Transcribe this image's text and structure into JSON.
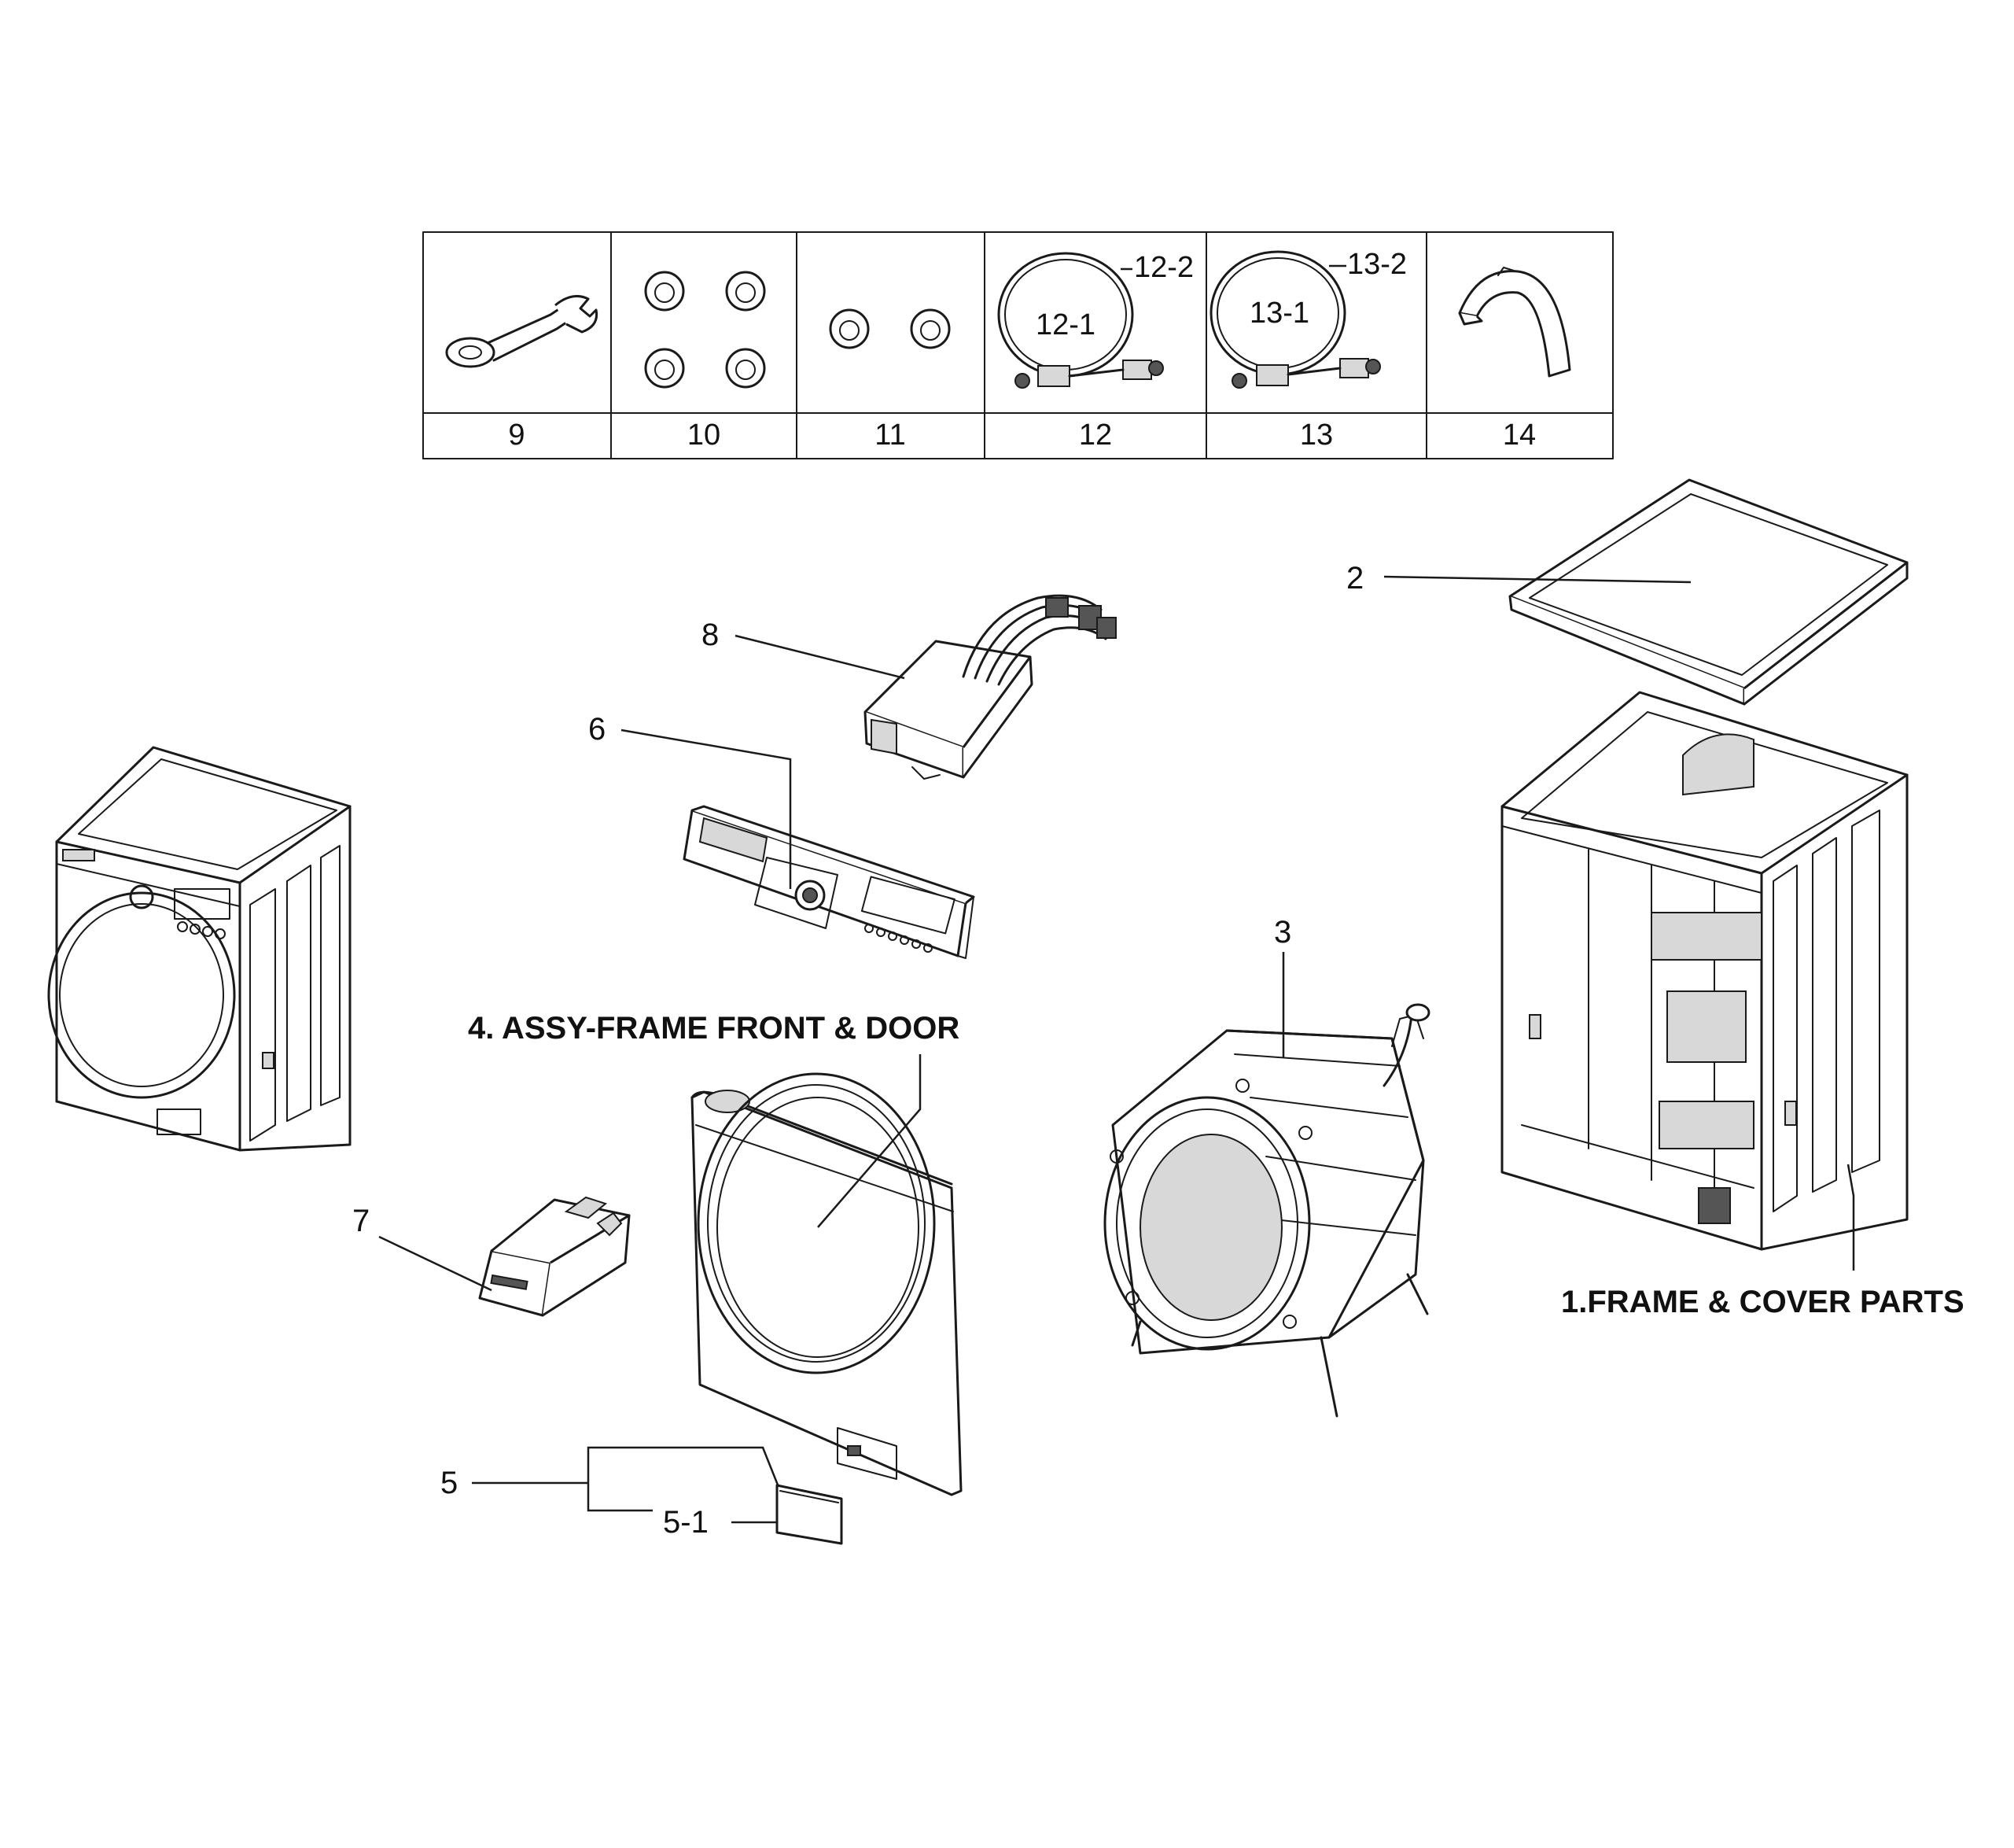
{
  "accessory_table": {
    "cells": [
      {
        "number": "9",
        "part": "wrench"
      },
      {
        "number": "10",
        "part": "four-caps"
      },
      {
        "number": "11",
        "part": "two-caps"
      },
      {
        "number": "12",
        "part": "hose-a",
        "sub_labels": [
          "12-1",
          "12-2"
        ]
      },
      {
        "number": "13",
        "part": "hose-b",
        "sub_labels": [
          "13-1",
          "13-2"
        ]
      },
      {
        "number": "14",
        "part": "hose-guide"
      }
    ]
  },
  "callouts": {
    "frame_cover": "1.FRAME & COVER PARTS",
    "top_cover": "2",
    "tub": "3",
    "frame_front_door": "4. ASSY-FRAME FRONT & DOOR",
    "service_cover": "5",
    "service_cover_sub": "5-1",
    "control_panel": "6",
    "drawer": "7",
    "pcb": "8"
  }
}
